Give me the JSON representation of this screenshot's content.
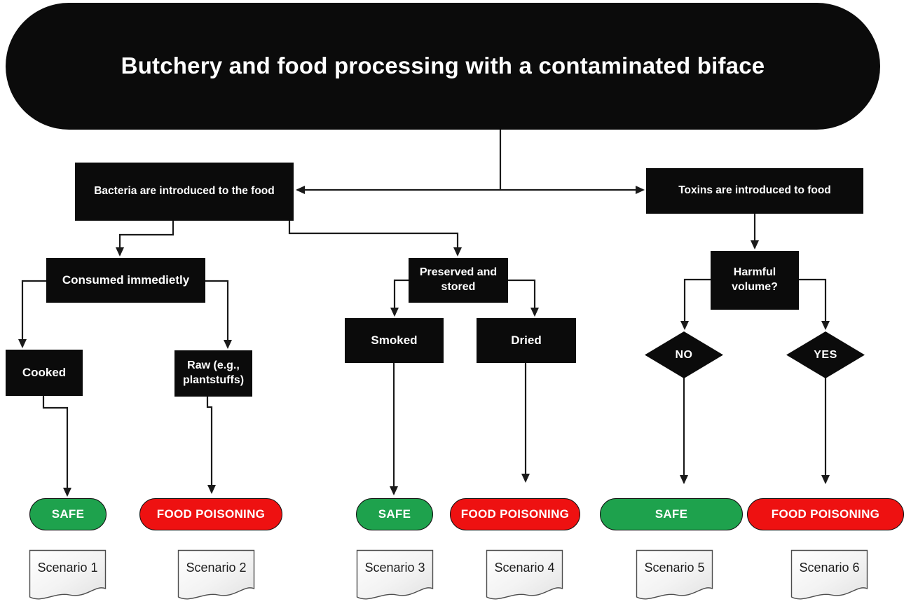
{
  "diagram": {
    "title": "Butchery and food processing with a contaminated biface",
    "colors": {
      "node_black": "#0b0b0b",
      "safe_green": "#1ea24d",
      "poison_red": "#ee1111",
      "line": "#1a1a1a",
      "text_white": "#ffffff"
    },
    "nodes": {
      "bacteria": {
        "label": "Bacteria are introduced to the food"
      },
      "toxins": {
        "label": "Toxins are introduced to food"
      },
      "consumed": {
        "label": "Consumed immedietly"
      },
      "preserved": {
        "label": "Preserved and\nstored"
      },
      "cooked": {
        "label": "Cooked"
      },
      "raw": {
        "label": "Raw (e.g.,\nplantstuffs)"
      },
      "smoked": {
        "label": "Smoked"
      },
      "dried": {
        "label": "Dried"
      },
      "harmful": {
        "label": "Harmful\nvolume?"
      },
      "no": {
        "label": "NO"
      },
      "yes": {
        "label": "YES"
      }
    },
    "outcomes": [
      {
        "label": "SAFE",
        "type": "safe"
      },
      {
        "label": "FOOD POISONING",
        "type": "poison"
      },
      {
        "label": "SAFE",
        "type": "safe"
      },
      {
        "label": "FOOD POISONING",
        "type": "poison"
      },
      {
        "label": "SAFE",
        "type": "safe"
      },
      {
        "label": "FOOD POISONING",
        "type": "poison"
      }
    ],
    "scenarios": [
      {
        "label": "Scenario 1"
      },
      {
        "label": "Scenario 2"
      },
      {
        "label": "Scenario 3"
      },
      {
        "label": "Scenario 4"
      },
      {
        "label": "Scenario 5"
      },
      {
        "label": "Scenario 6"
      }
    ]
  }
}
